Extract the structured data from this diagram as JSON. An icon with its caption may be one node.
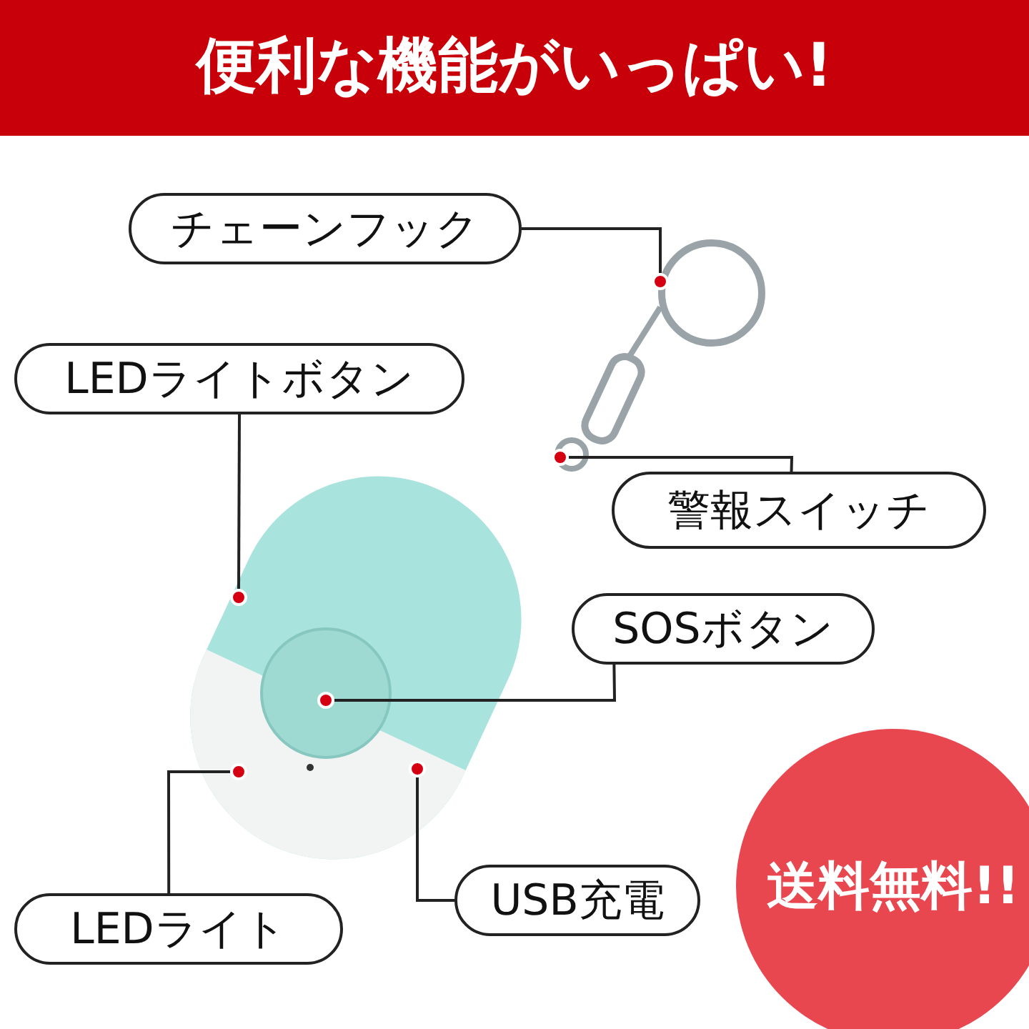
{
  "diagram": {
    "title": "便利な機能がいっぱい!",
    "nodes": [
      {
        "text": [
          "チェーンフック"
        ]
      },
      {
        "text": [
          "LEDライトボタン"
        ]
      },
      {
        "text": [
          "警報スイッチ"
        ]
      },
      {
        "text": [
          "SOSボタン"
        ]
      },
      {
        "text": [
          "USB充電"
        ]
      },
      {
        "text": [
          "LEDライト"
        ]
      },
      {
        "text": [],
        "shape": "circle"
      },
      {
        "text": [],
        "shape": "circle"
      },
      {
        "text": [],
        "shape": "circle"
      },
      {
        "text": [],
        "shape": "circle"
      },
      {
        "text": [],
        "shape": "circle"
      },
      {
        "text": [],
        "shape": "circle"
      },
      {
        "text": [
          "送料無料!!"
        ]
      }
    ],
    "edges": [
      {
        "from": 0,
        "to": 6,
        "arrow": "none"
      },
      {
        "from": 1,
        "to": 8,
        "arrow": "none"
      },
      {
        "from": 2,
        "to": 7,
        "arrow": "none"
      },
      {
        "from": 3,
        "to": 9,
        "arrow": "none"
      },
      {
        "from": 4,
        "to": 10,
        "arrow": "none"
      },
      {
        "from": 5,
        "to": 11,
        "arrow": "none"
      }
    ]
  }
}
